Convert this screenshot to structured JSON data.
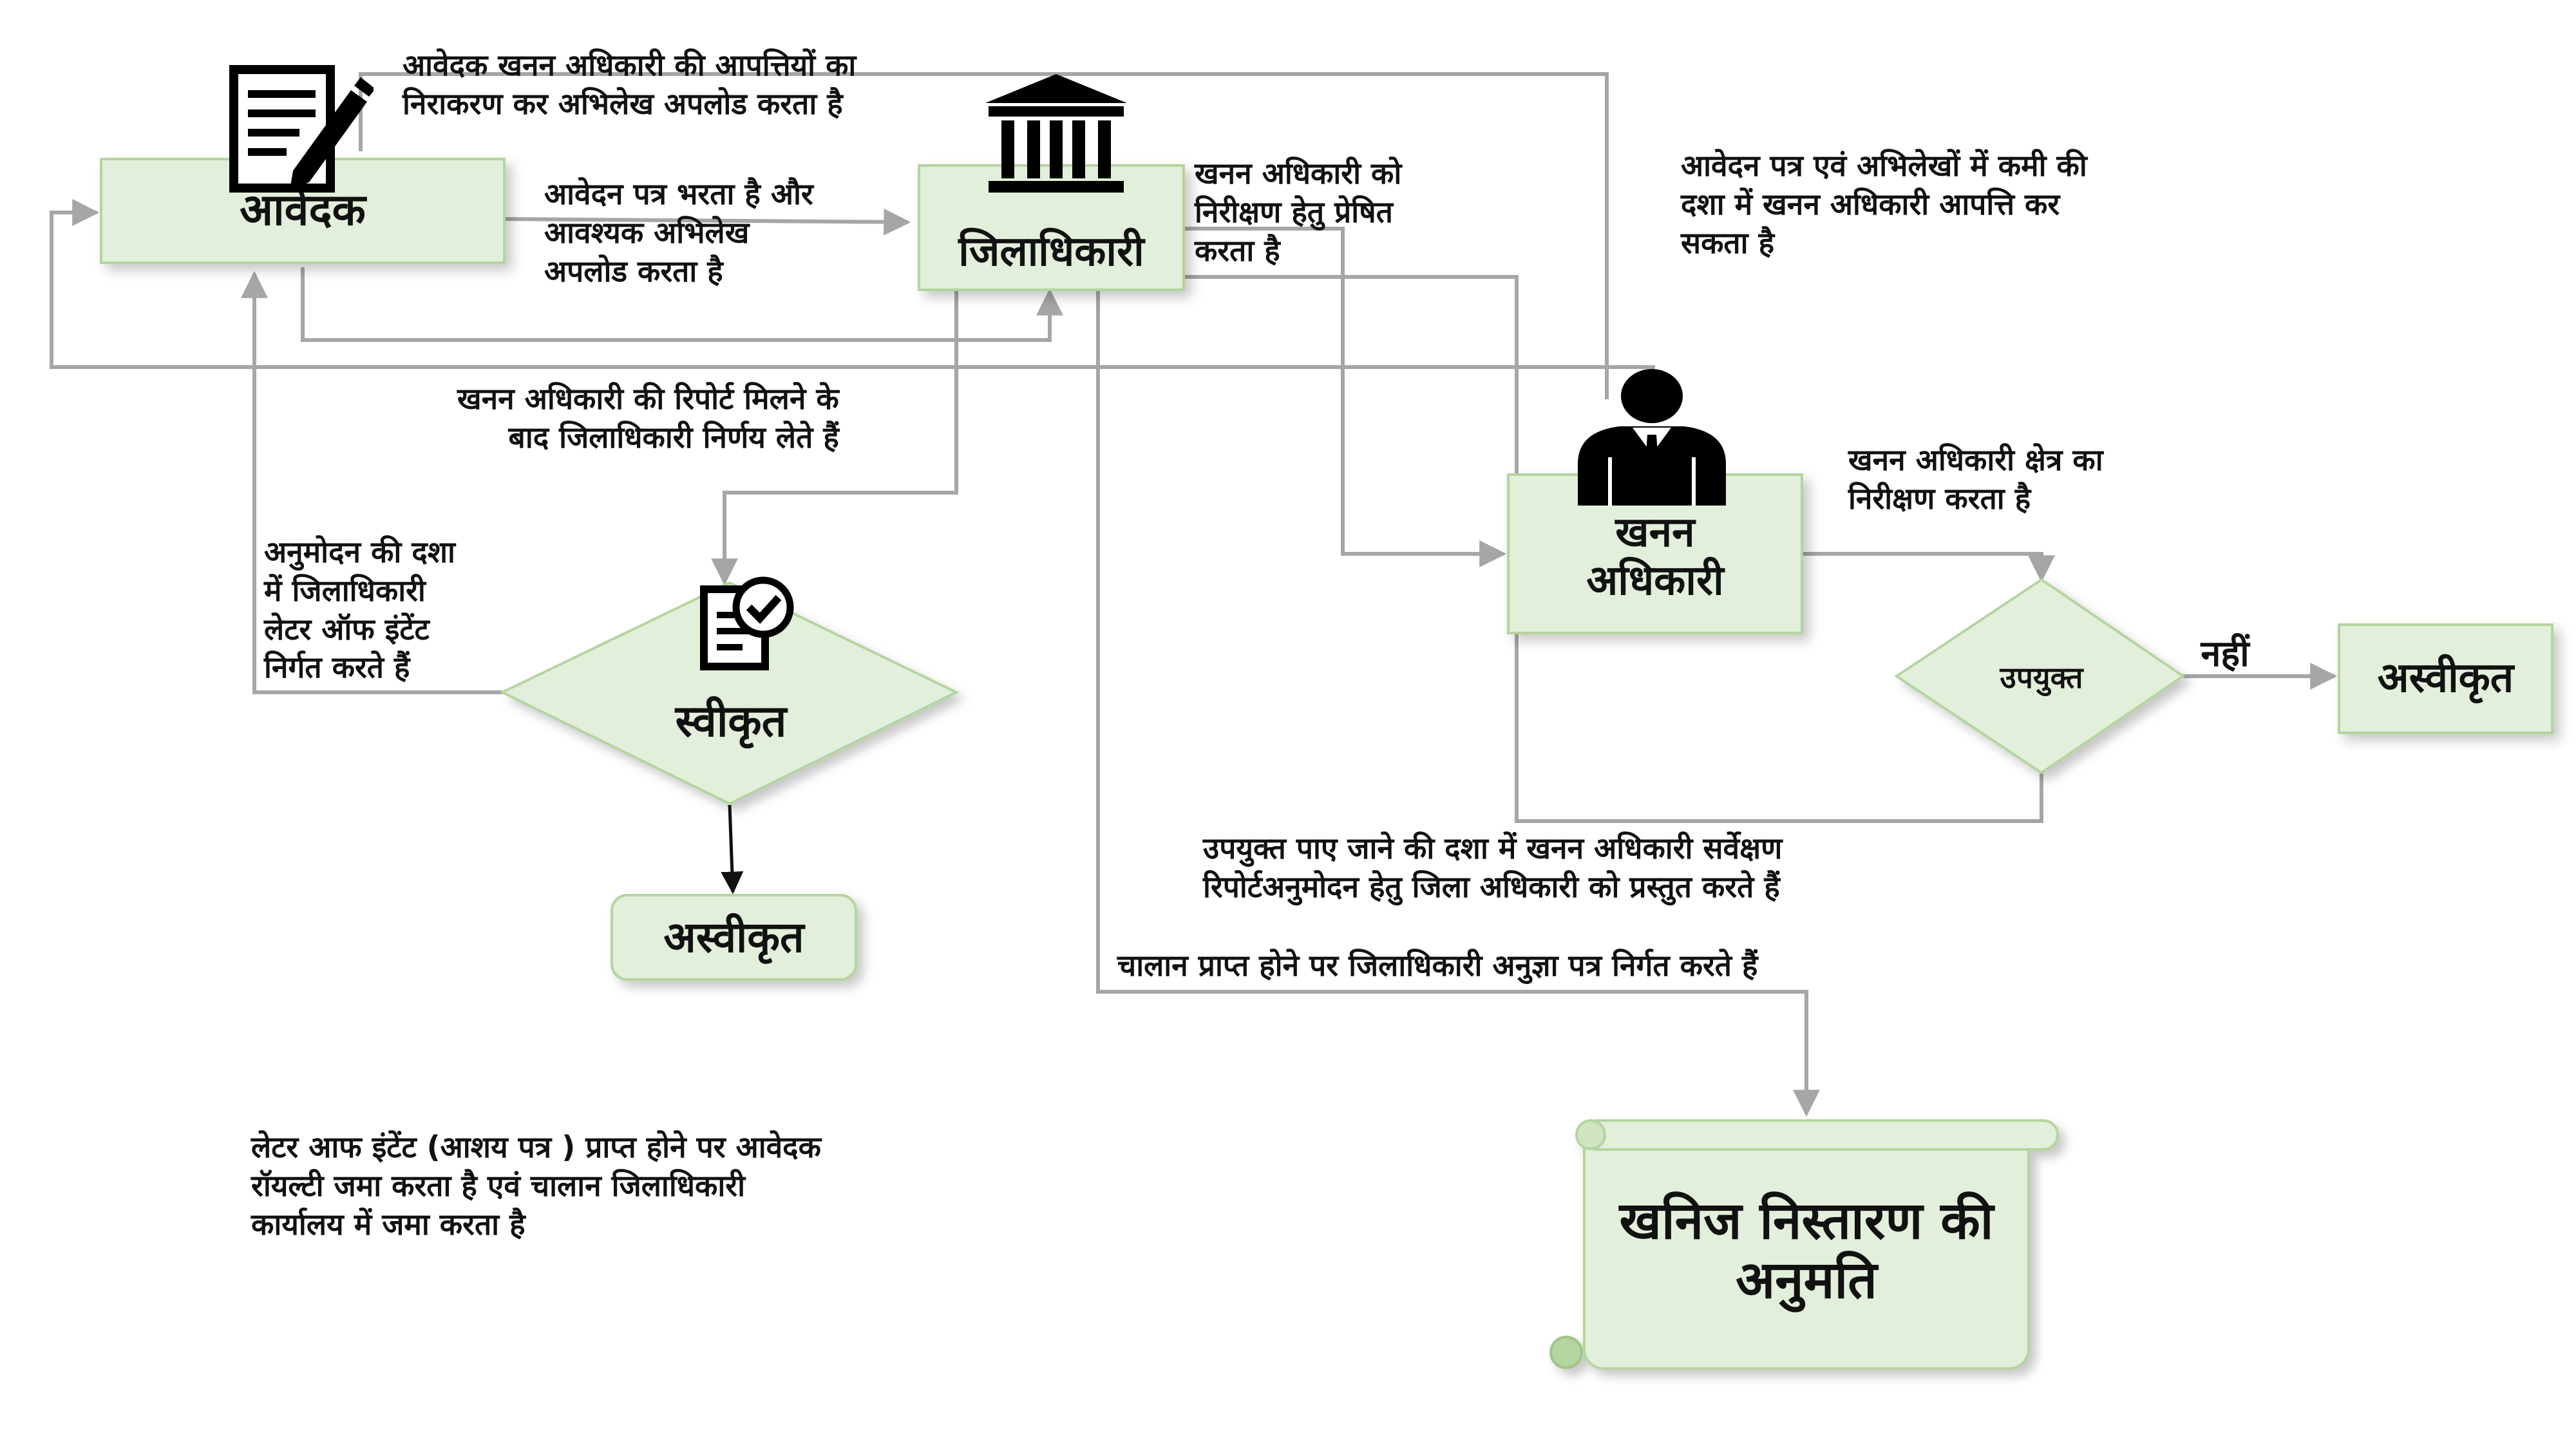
{
  "nodes": {
    "applicant": "आवेदक",
    "collector": "जिलाधिकारी",
    "mining_officer_line1": "खनन",
    "mining_officer_line2": "अधिकारी",
    "approved": "स्वीकृत",
    "suitable": "उपयुक्त",
    "rejected_left": "अस्वीकृत",
    "rejected_right": "अस्वीकृत",
    "permit_line1": "खनिज निस्तारण की",
    "permit_line2": "अनुमति"
  },
  "labels": {
    "no": "नहीं"
  },
  "notes": {
    "resolve_objections": [
      "आवेदक खनन अधिकारी की आपत्तियों का",
      "निराकरण कर अभिलेख अपलोड करता है"
    ],
    "fills_application": [
      "आवेदन पत्र भरता है और",
      "आवश्यक अभिलेख",
      "अपलोड करता है"
    ],
    "sent_for_inspection": [
      "खनन अधिकारी को",
      "निरीक्षण हेतु प्रेषित",
      "करता है"
    ],
    "objection_on_deficiency": [
      "आवेदन पत्र एवं अभिलेखों में कमी की",
      "दशा में खनन अधिकारी आपत्ति कर",
      "सकता है"
    ],
    "collector_decides": [
      "खनन अधिकारी की रिपोर्ट मिलने के",
      "बाद जिलाधिकारी निर्णय लेते हैं"
    ],
    "inspects_area": [
      "खनन अधिकारी क्षेत्र का",
      "निरीक्षण करता है"
    ],
    "letter_of_intent": [
      "अनुमोदन की दशा",
      "में जिलाधिकारी",
      "लेटर ऑफ इंटेंट",
      "निर्गत करते हैं"
    ],
    "survey_report": [
      "उपयुक्त पाए जाने की दशा में खनन अधिकारी सर्वेक्षण",
      "रिपोर्टअनुमोदन हेतु  जिला अधिकारी को प्रस्तुत करते हैं"
    ],
    "challan_received": [
      "चालान प्राप्त होने पर जिलाधिकारी अनुज्ञा पत्र निर्गत करते हैं"
    ],
    "royalty_deposit": [
      "लेटर आफ इंटेंट (आशय पत्र ) प्राप्त होने पर आवेदक",
      "रॉयल्टी जमा करता है एवं चालान जिलाधिकारी",
      "कार्यालय में जमा करता है"
    ]
  },
  "colors": {
    "node_fill": "#e2efda",
    "node_border": "#b4d59f",
    "connector": "#a6a6a6",
    "icon": "#000000"
  },
  "icons": [
    "document-pen-icon",
    "government-building-icon",
    "officer-icon",
    "checklist-icon"
  ]
}
